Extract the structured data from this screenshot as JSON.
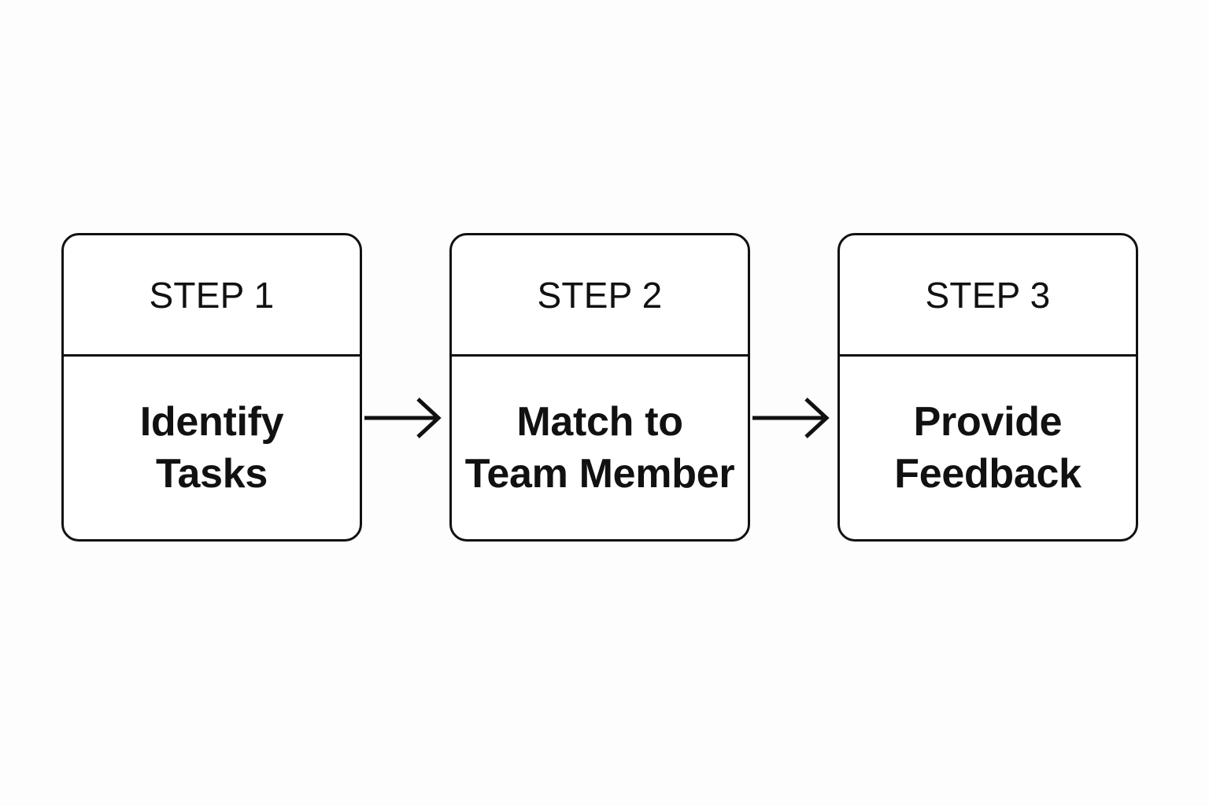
{
  "diagram": {
    "type": "linear-process-flow",
    "orientation": "horizontal",
    "background_color": "#fdfdfd",
    "stroke_color": "#111111",
    "fill_color": "#ffffff",
    "steps": [
      {
        "header": "STEP 1",
        "body": "Identify\nTasks",
        "body_line_1": "Identify",
        "body_line_2": "Tasks"
      },
      {
        "header": "STEP 2",
        "body": "Match to\nTeam Member",
        "body_line_1": "Match to",
        "body_line_2": "Team Member"
      },
      {
        "header": "STEP 3",
        "body": "Provide\nFeedback",
        "body_line_1": "Provide",
        "body_line_2": "Feedback"
      }
    ],
    "connectors": [
      {
        "from": "STEP 1",
        "to": "STEP 2",
        "style": "open-arrow-right"
      },
      {
        "from": "STEP 2",
        "to": "STEP 3",
        "style": "open-arrow-right"
      }
    ]
  }
}
